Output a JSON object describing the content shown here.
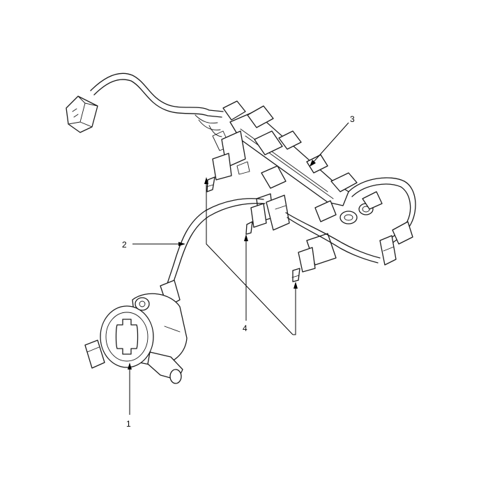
{
  "figure": {
    "callouts": [
      {
        "id": "1",
        "label": "1"
      },
      {
        "id": "2",
        "label": "2"
      },
      {
        "id": "3",
        "label": "3"
      },
      {
        "id": "4",
        "label": "4"
      }
    ]
  },
  "colors": {
    "line": "#1a1a1a",
    "background": "#ffffff"
  }
}
